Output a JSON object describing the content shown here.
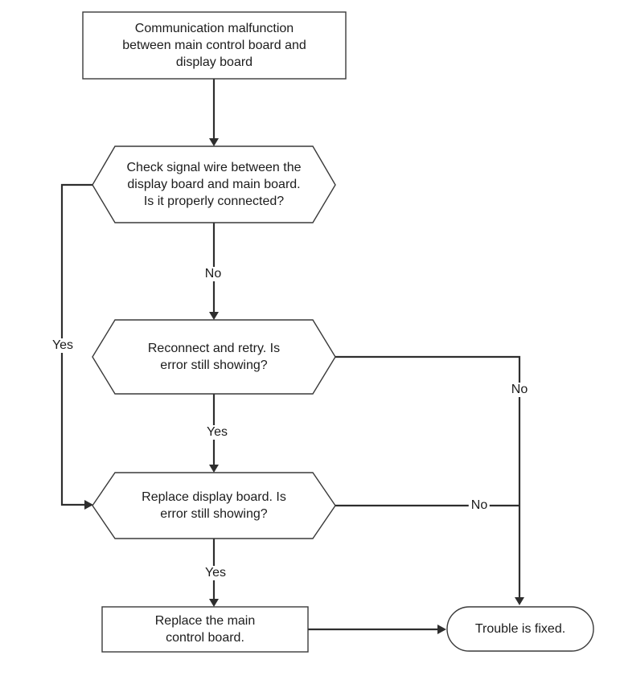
{
  "diagram": {
    "type": "flowchart",
    "nodes": {
      "start": {
        "shape": "rectangle",
        "label": "Communication malfunction\nbetween main control board and\ndisplay board"
      },
      "check_wire": {
        "shape": "hexagon-decision",
        "label": "Check signal wire between the\ndisplay board and main board.\nIs it properly connected?"
      },
      "reconnect": {
        "shape": "hexagon-decision",
        "label": "Reconnect and retry. Is\nerror still showing?"
      },
      "replace_display": {
        "shape": "hexagon-decision",
        "label": "Replace display board. Is\nerror still showing?"
      },
      "replace_main": {
        "shape": "rectangle",
        "label": "Replace the main\ncontrol board."
      },
      "fixed": {
        "shape": "terminator",
        "label": "Trouble is fixed."
      }
    },
    "edge_labels": {
      "check_no": "No",
      "check_yes": "Yes",
      "reconnect_yes": "Yes",
      "reconnect_no": "No",
      "replace_display_no": "No",
      "replace_display_yes": "Yes"
    },
    "edges": [
      {
        "from": "start",
        "to": "check_wire",
        "label": ""
      },
      {
        "from": "check_wire",
        "to": "reconnect",
        "label": "No"
      },
      {
        "from": "check_wire",
        "to": "replace_display",
        "label": "Yes"
      },
      {
        "from": "reconnect",
        "to": "replace_display",
        "label": "Yes"
      },
      {
        "from": "reconnect",
        "to": "fixed",
        "label": "No"
      },
      {
        "from": "replace_display",
        "to": "fixed",
        "label": "No"
      },
      {
        "from": "replace_display",
        "to": "replace_main",
        "label": "Yes"
      },
      {
        "from": "replace_main",
        "to": "fixed",
        "label": ""
      }
    ]
  },
  "colors": {
    "background": "#ffffff",
    "node_border": "#3a3a3a",
    "connector": "#2e2e2e",
    "text": "#1c1c1c"
  }
}
